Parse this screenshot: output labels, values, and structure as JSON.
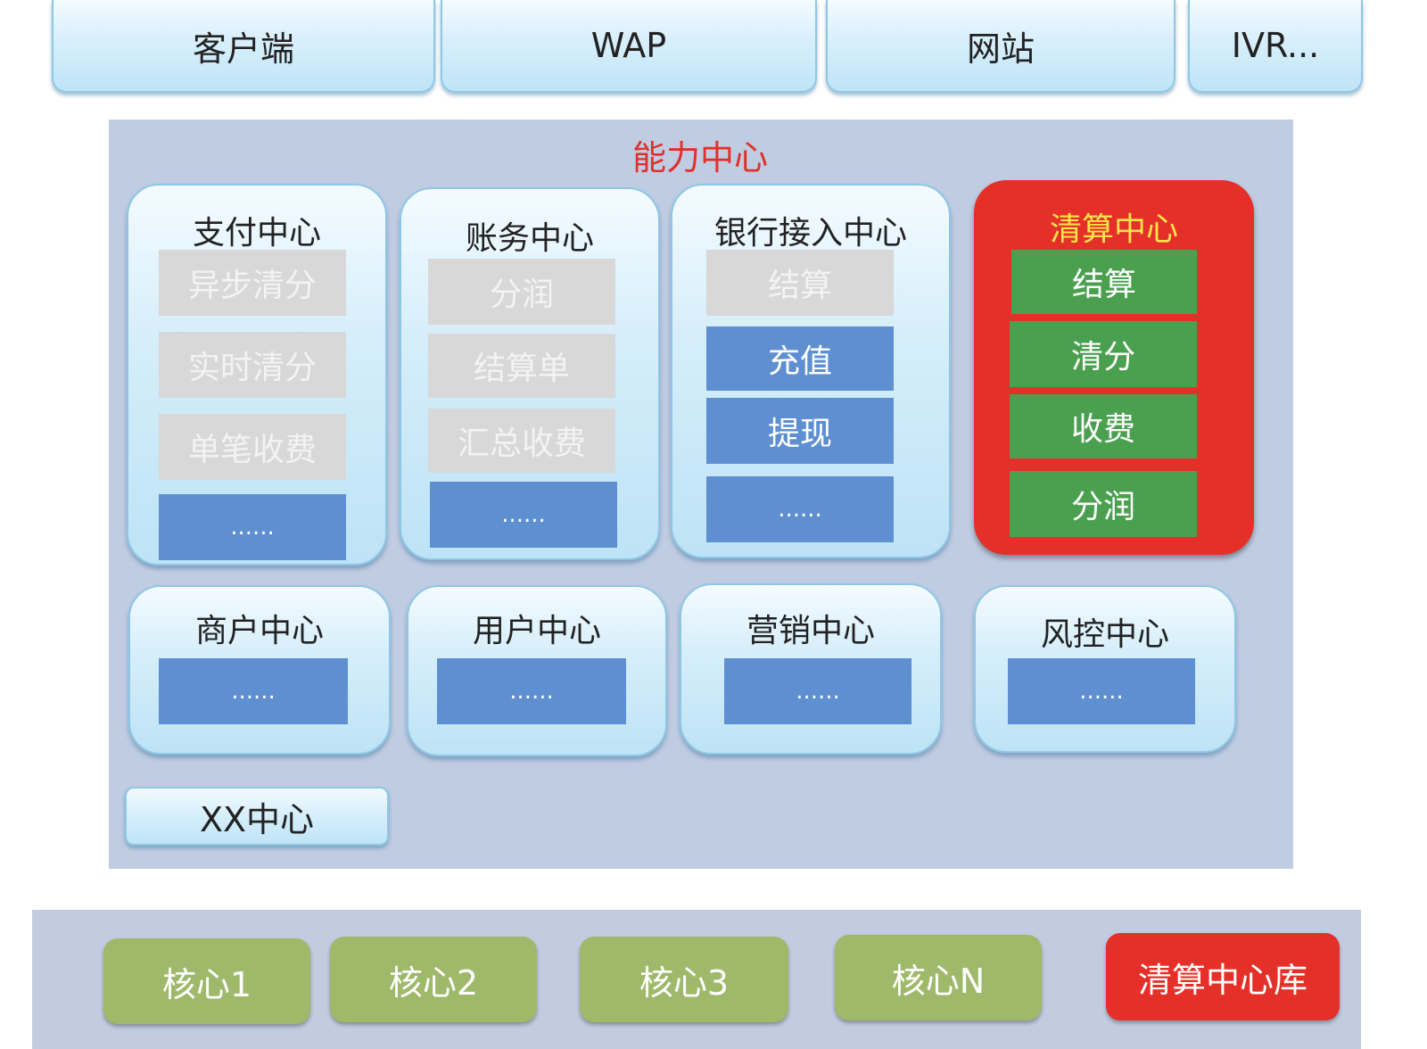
{
  "channels": [
    "客户端",
    "WAP",
    "网站",
    "IVR..."
  ],
  "capability": {
    "title": "能力中心",
    "centers": [
      {
        "title": "支付中心",
        "items": [
          "异步清分",
          "实时清分",
          "单笔收费",
          "......"
        ]
      },
      {
        "title": "账务中心",
        "items": [
          "分润",
          "结算单",
          "汇总收费",
          "......"
        ]
      },
      {
        "title": "银行接入中心",
        "items": [
          "结算",
          "充值",
          "提现",
          "......"
        ]
      },
      {
        "title": "清算中心",
        "items": [
          "结算",
          "清分",
          "收费",
          "分润"
        ]
      },
      {
        "title": "商户中心",
        "items": [
          "......"
        ]
      },
      {
        "title": "用户中心",
        "items": [
          "......"
        ]
      },
      {
        "title": "营销中心",
        "items": [
          "......"
        ]
      },
      {
        "title": "风控中心",
        "items": [
          "......"
        ]
      }
    ],
    "xx_center": "XX中心"
  },
  "databases": [
    "核心1",
    "核心2",
    "核心3",
    "核心N",
    "清算中心库"
  ],
  "colors": {
    "highlight": "#e5302a",
    "settlement_item": "#4aa04f",
    "active_item": "#5e8fd1",
    "inactive_item": "#d8d8d8",
    "core_db": "#9fb96a"
  }
}
